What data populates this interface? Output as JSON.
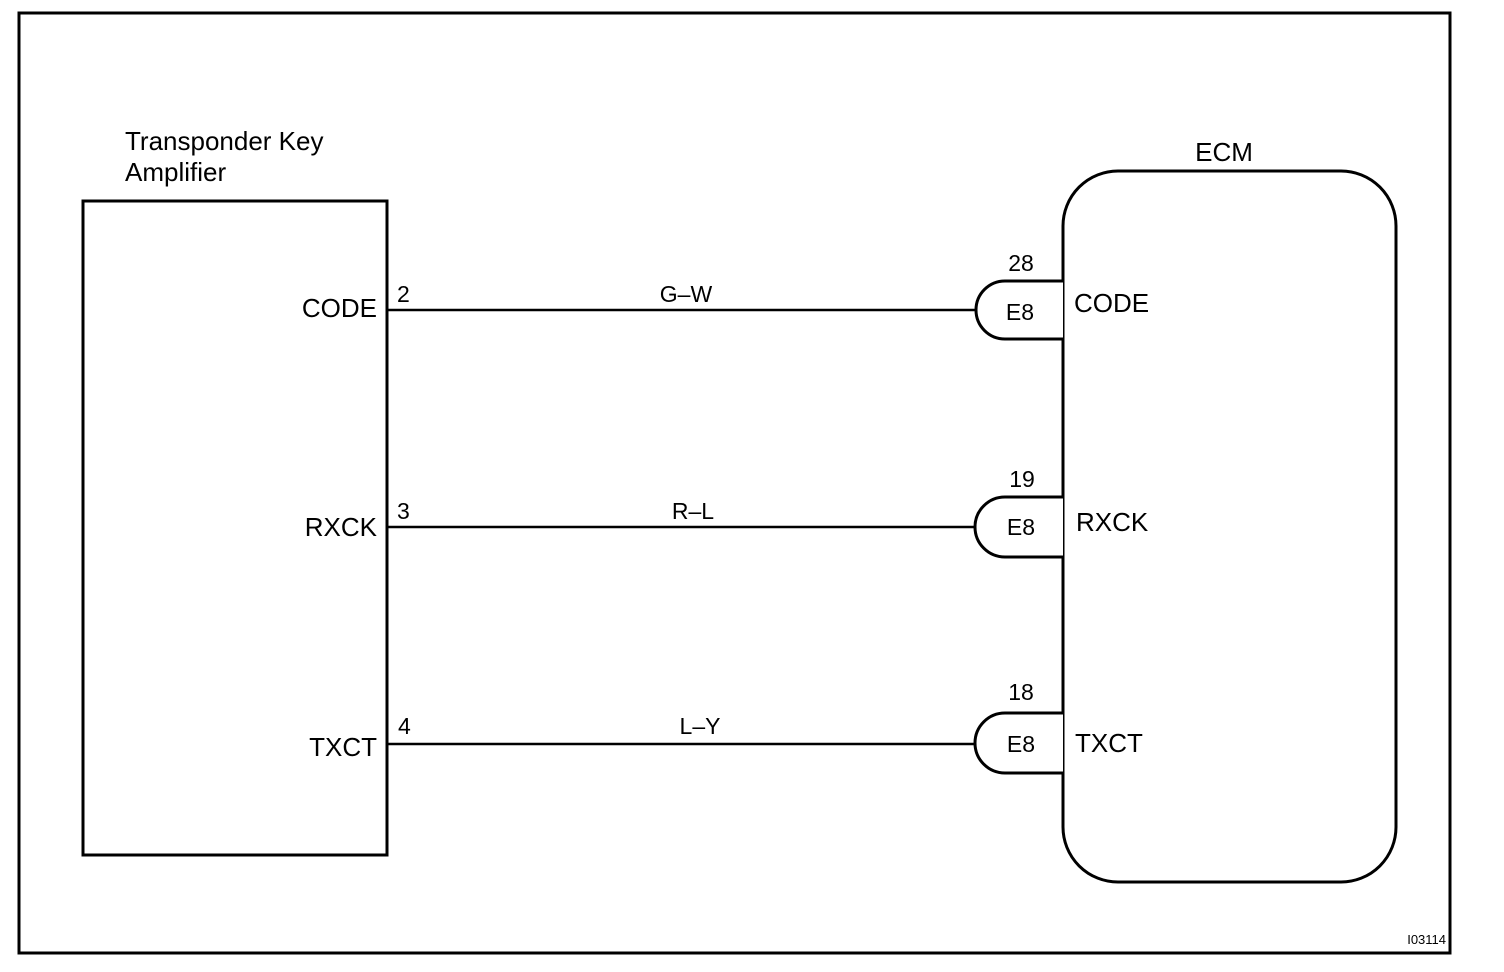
{
  "diagram": {
    "left_component": {
      "title_line1": "Transponder Key",
      "title_line2": "Amplifier"
    },
    "right_component": {
      "title": "ECM"
    },
    "connections": [
      {
        "signal": "CODE",
        "amp_pin": "2",
        "wire_color": "G–W",
        "connector": "E8",
        "ecm_pin": "28",
        "ecm_label": "CODE"
      },
      {
        "signal": "RXCK",
        "amp_pin": "3",
        "wire_color": "R–L",
        "connector": "E8",
        "ecm_pin": "19",
        "ecm_label": "RXCK"
      },
      {
        "signal": "TXCT",
        "amp_pin": "4",
        "wire_color": "L–Y",
        "connector": "E8",
        "ecm_pin": "18",
        "ecm_label": "TXCT"
      }
    ],
    "figure_code": "I03114"
  }
}
